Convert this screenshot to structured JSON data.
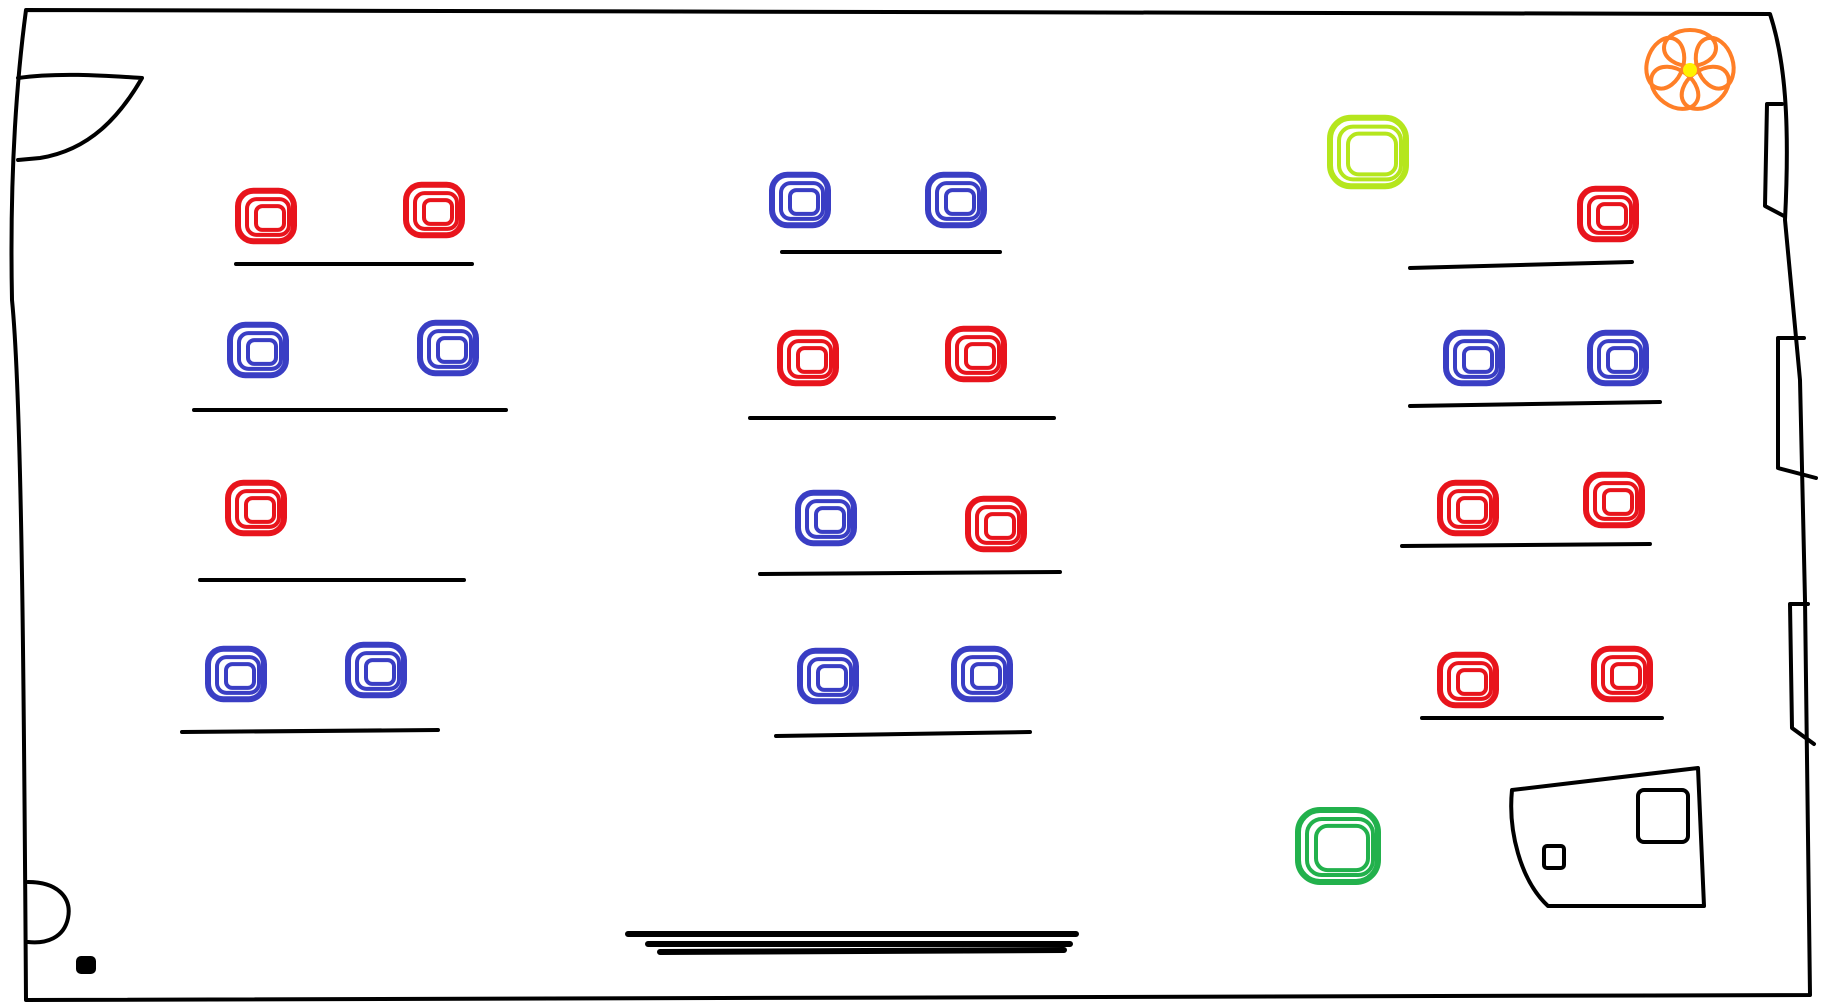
{
  "colors": {
    "outline": "#000000",
    "red_mark": "#e8141c",
    "blue_mark": "#3a3ec4",
    "lime_mark": "#b5e61d",
    "green_mark": "#22b14c",
    "flower_petals": "#ff7f27",
    "flower_center": "#fff200",
    "background": "#ffffff"
  },
  "rows": [
    {
      "marks": [
        "red",
        "red"
      ]
    },
    {
      "marks": [
        "blue",
        "blue"
      ]
    },
    {
      "marks": [
        "red"
      ]
    },
    {
      "marks": [
        "blue",
        "blue"
      ]
    },
    {
      "marks": [
        "blue",
        "blue"
      ]
    },
    {
      "marks": [
        "red",
        "red"
      ]
    },
    {
      "marks": [
        "blue",
        "red"
      ]
    },
    {
      "marks": [
        "blue",
        "blue"
      ]
    },
    {
      "marks": [
        "red"
      ]
    },
    {
      "marks": [
        "blue",
        "blue"
      ]
    },
    {
      "marks": [
        "red",
        "red"
      ]
    },
    {
      "marks": [
        "red",
        "red"
      ]
    }
  ],
  "extras": {
    "lime_mark": "lime-scribble",
    "green_mark": "green-scribble",
    "flower": "flower-icon"
  }
}
